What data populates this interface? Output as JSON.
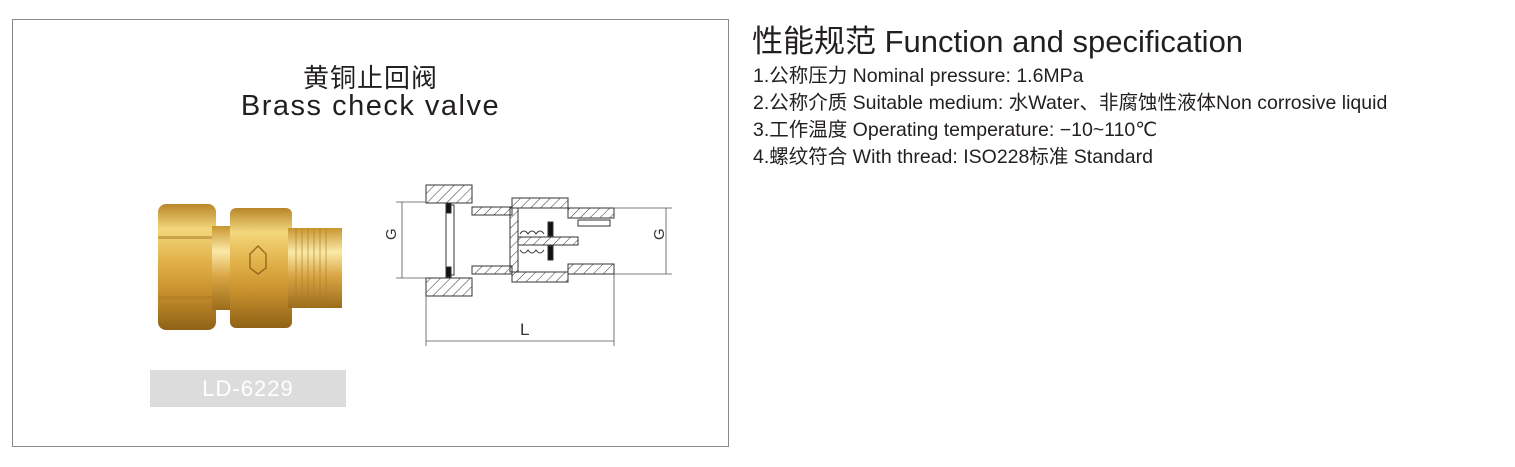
{
  "product": {
    "title_cn": "黄铜止回阀",
    "title_en": "Brass check valve",
    "model": "LD-6229",
    "dimension_labels": {
      "inlet": "G",
      "outlet": "G",
      "length": "L"
    }
  },
  "specification": {
    "heading": "性能规范  Function and specification",
    "items": [
      "1.公称压力 Nominal pressure: 1.6MPa",
      "2.公称介质 Suitable medium: 水Water、非腐蚀性液体Non corrosive liquid",
      "3.工作温度 Operating temperature: −10~110℃",
      "4.螺纹符合 With thread: ISO228标准 Standard"
    ]
  }
}
